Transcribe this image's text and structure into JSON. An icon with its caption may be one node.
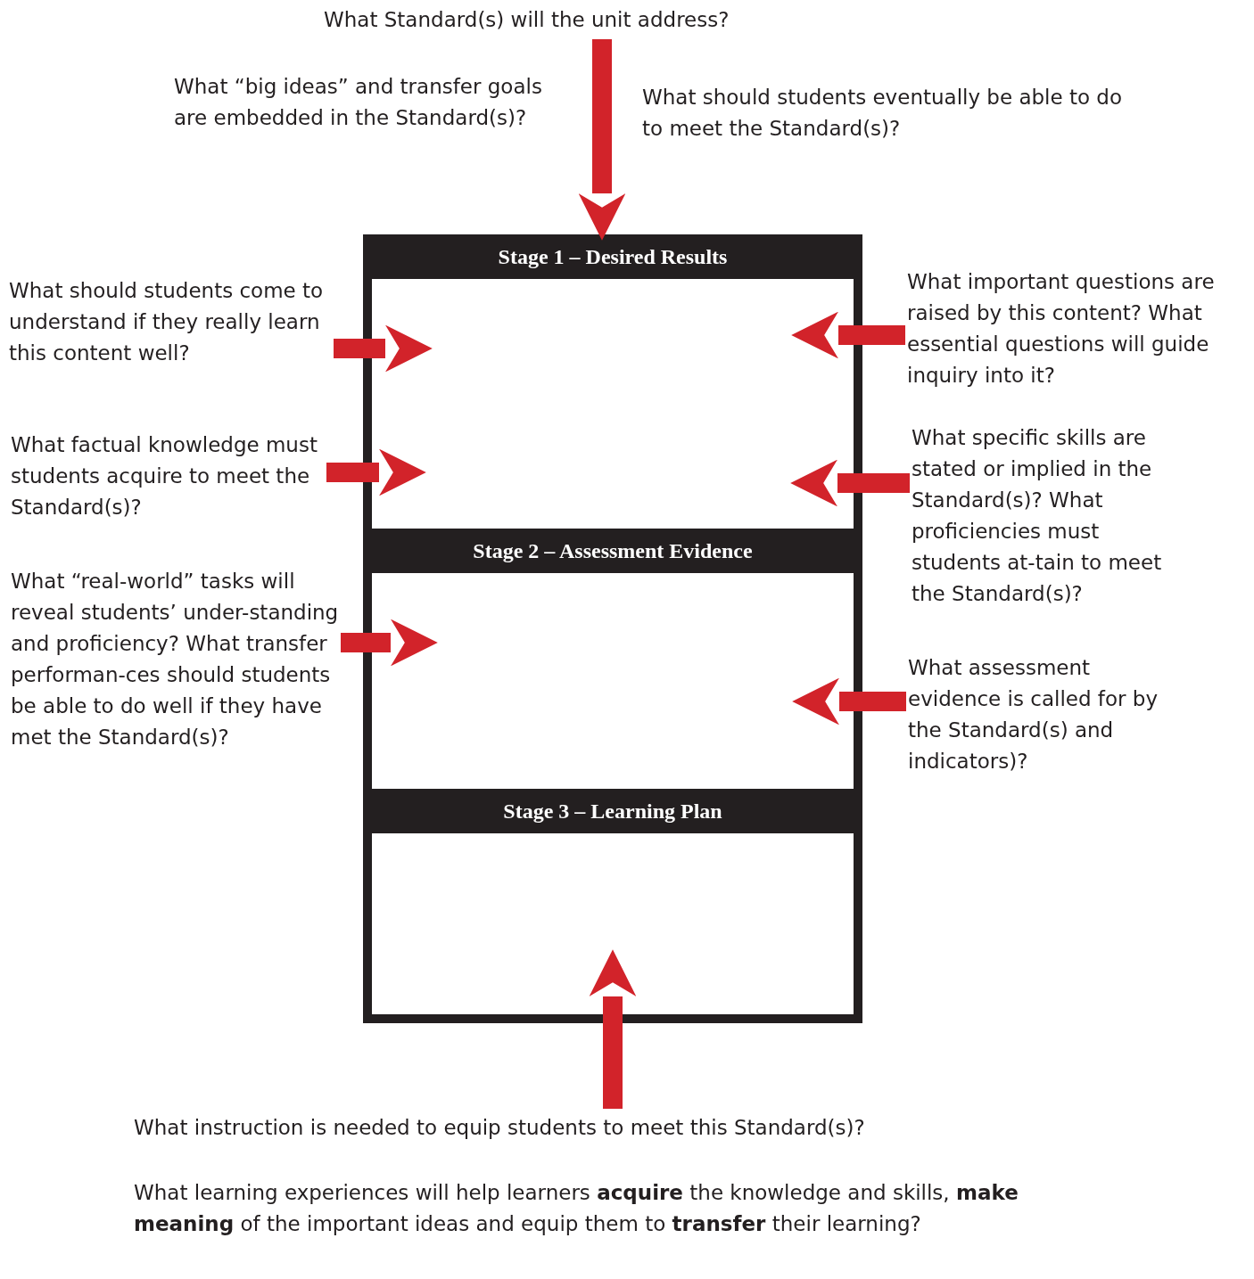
{
  "diagram": {
    "nodes": [
      {
        "text": [
          "What Standard(s) will the unit address?"
        ]
      },
      {
        "text": [
          "Stage 1 – Desired Results"
        ]
      },
      {
        "text": [
          "Stage 2 – Assessment Evidence"
        ]
      },
      {
        "text": [
          "Stage 3 – Learning Plan"
        ]
      },
      {
        "text": [
          "What should students come to understand if they really learn this content well?"
        ]
      },
      {
        "text": [
          "What factual knowledge must students acquire to meet the Standard(s)?"
        ]
      },
      {
        "text": [
          "What important questions are raised by this content? What essential questions will guide inquiry into it?"
        ]
      },
      {
        "text": [
          "What specific skills are stated or implied in the Standard(s)? What proficiencies must students at-tain to meet the Standard(s)?"
        ]
      },
      {
        "text": [
          "What “real-world” tasks will reveal students’ under-standing and proficiency? What transfer performan-ces should students be able to do well if they have met the Standard(s)?"
        ]
      },
      {
        "text": [
          "What assessment evidence is called for by the Standard(s) and indicators)?"
        ]
      },
      {
        "text": [
          "What instruction is needed to equip students to meet this Standard(s)?",
          "What learning experiences will help learners **acquire** the knowledge and skills, **make meaning** of the important ideas and equip them to **transfer** their learning?"
        ]
      }
    ],
    "edges": [
      {
        "from": 0,
        "to": 1,
        "arrow": "to"
      },
      {
        "from": 4,
        "to": 1,
        "arrow": "to"
      },
      {
        "from": 6,
        "to": 1,
        "arrow": "to"
      },
      {
        "from": 5,
        "to": 1,
        "arrow": "to"
      },
      {
        "from": 7,
        "to": 1,
        "arrow": "to"
      },
      {
        "from": 8,
        "to": 2,
        "arrow": "to"
      },
      {
        "from": 9,
        "to": 2,
        "arrow": "to"
      },
      {
        "from": 10,
        "to": 3,
        "arrow": "to"
      }
    ],
    "labels": [
      "What “big ideas” and transfer goals are embedded in the Standard(s)?",
      "What should students eventually be able to do to meet the Standard(s)?"
    ]
  }
}
